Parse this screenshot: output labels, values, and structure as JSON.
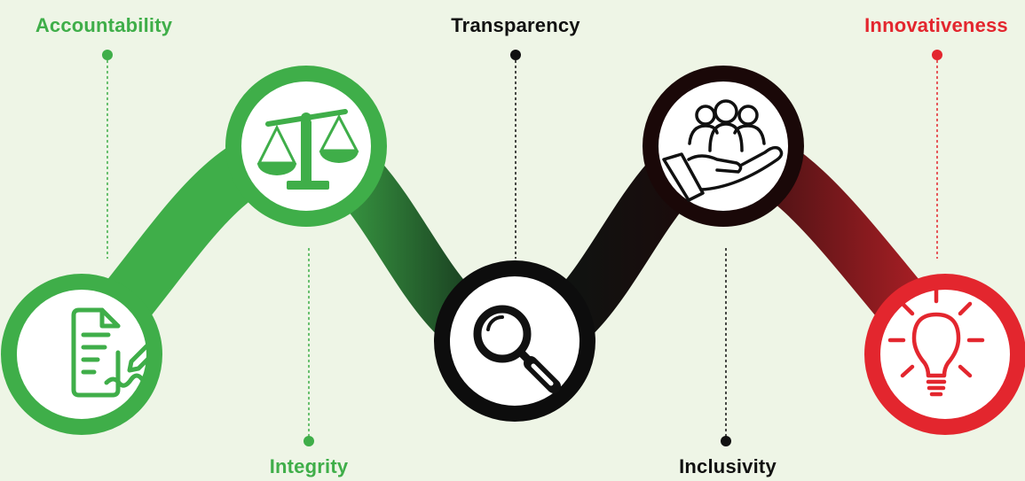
{
  "values": [
    {
      "key": "accountability",
      "label": "Accountability",
      "color": "#3fae49",
      "icon": "document-pen-icon"
    },
    {
      "key": "integrity",
      "label": "Integrity",
      "color": "#3fae49",
      "icon": "balance-scale-icon"
    },
    {
      "key": "transparency",
      "label": "Transparency",
      "color": "#111111",
      "icon": "magnifying-glass-icon"
    },
    {
      "key": "inclusivity",
      "label": "Inclusivity",
      "color": "#111111",
      "icon": "hand-holding-people-icon"
    },
    {
      "key": "innovativeness",
      "label": "Innovativeness",
      "color": "#e3262e",
      "icon": "lightbulb-icon"
    }
  ],
  "colors": {
    "background": "#eef5e6",
    "green": "#3fae49",
    "dark": "#0d0d0d",
    "red": "#e3262e"
  }
}
